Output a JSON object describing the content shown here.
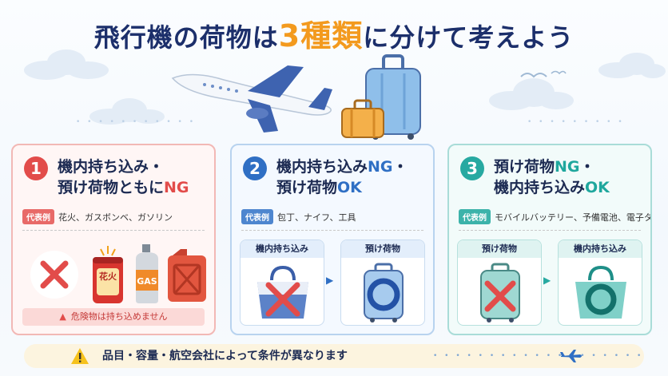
{
  "title": {
    "pre": "飛行機の荷物は",
    "highlight": "3種類",
    "post": "に分けて考えよう"
  },
  "example_tag": "代表例",
  "cards": [
    {
      "number": "1",
      "heading_line1": "機内持ち込み・",
      "heading_line2_pre": "預け荷物ともに",
      "heading_line2_accent": "NG",
      "examples": "花火、ガスボンベ、ガソリン",
      "hanabi_label": "花火",
      "gas_label": "GAS",
      "warning": "危険物は持ち込めません"
    },
    {
      "number": "2",
      "heading_line1_pre": "機内持ち込み",
      "heading_line1_accent": "NG",
      "heading_line1_post": "・",
      "heading_line2_pre": "預け荷物",
      "heading_line2_accent": "OK",
      "examples": "包丁、ナイフ、工具",
      "panel_left_label": "機内持ち込み",
      "panel_right_label": "預け荷物"
    },
    {
      "number": "3",
      "heading_line1_pre": "預け荷物",
      "heading_line1_accent": "NG",
      "heading_line1_post": "・",
      "heading_line2_pre": "機内持ち込み",
      "heading_line2_accent": "OK",
      "examples": "モバイルバッテリー、予備電池、電子タバコ",
      "panel_left_label": "預け荷物",
      "panel_right_label": "機内持ち込み"
    }
  ],
  "footer": {
    "text": "品目・容量・航空会社によって条件が異なります"
  },
  "colors": {
    "red": "#e24c4a",
    "blue": "#2f6fc4",
    "teal": "#27a9a1",
    "title": "#1c2f6b",
    "highlight": "#f39a1e"
  }
}
